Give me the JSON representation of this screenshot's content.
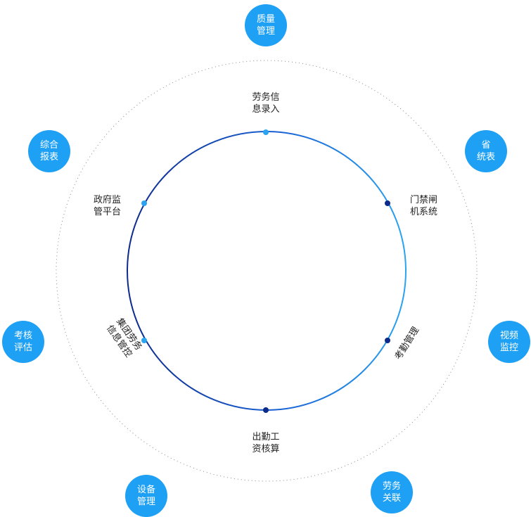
{
  "outer_nodes": [
    {
      "id": "quality",
      "lines": [
        "质量",
        "管理"
      ]
    },
    {
      "id": "province",
      "lines": [
        "省",
        "统表"
      ]
    },
    {
      "id": "video",
      "lines": [
        "视频",
        "监控"
      ]
    },
    {
      "id": "labor-link",
      "lines": [
        "劳务",
        "关联"
      ]
    },
    {
      "id": "equipment",
      "lines": [
        "设备",
        "管理"
      ]
    },
    {
      "id": "assessment",
      "lines": [
        "考核",
        "评估"
      ]
    },
    {
      "id": "report",
      "lines": [
        "综合",
        "报表"
      ]
    }
  ],
  "inner_nodes": [
    {
      "id": "labor-entry",
      "lines": [
        "劳务信",
        "息录入"
      ]
    },
    {
      "id": "gate",
      "lines": [
        "门禁闸",
        "机系统"
      ]
    },
    {
      "id": "attendance",
      "lines": [
        "考勤管理"
      ]
    },
    {
      "id": "payroll",
      "lines": [
        "出勤工",
        "资核算"
      ]
    },
    {
      "id": "group-labor",
      "lines": [
        "集团劳务",
        "信息管控"
      ]
    },
    {
      "id": "gov",
      "lines": [
        "政府监",
        "管平台"
      ]
    }
  ],
  "colors": {
    "bubble": "#1ea0f5",
    "ring_dark": "#0d2a8c",
    "ring_light": "#2aa3f0",
    "dot_dark": "#0b2a8a",
    "dot_light": "#2aa3f0",
    "outer_ring": "#888888"
  }
}
